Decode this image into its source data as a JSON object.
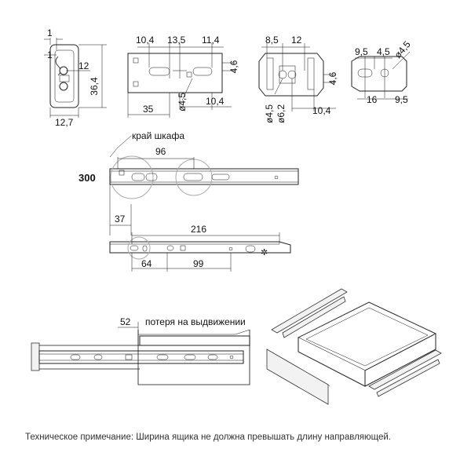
{
  "labels": {
    "cabinet_edge": "край шкафа",
    "extension_loss": "потеря на выдвижении",
    "note": "Техническое примечание: Ширина ящика не должна превышать длину направляющей."
  },
  "dims": {
    "d_1": "1",
    "d_12_profile": "12",
    "d_36_4": "36,4",
    "d_12_7": "12,7",
    "d_10_4_top": "10,4",
    "d_13_5": "13,5",
    "d_11_4": "11,4",
    "d_4_6_a": "4,6",
    "d_35": "35",
    "d_phi4_5_a": "ø4,5",
    "d_10_4_a": "10,4",
    "d_8_5": "8,5",
    "d_12_b": "12",
    "d_4_6_b": "4,6",
    "d_phi4_5_b": "ø4,5",
    "d_phi6_2": "ø6,2",
    "d_10_4_b": "10,4",
    "d_9_5_a": "9,5",
    "d_4_5": "4,5",
    "d_phi4_5_c": "ø4,5",
    "d_16": "16",
    "d_9_5_b": "9,5",
    "d_300": "300",
    "d_96": "96",
    "d_37": "37",
    "d_216": "216",
    "d_64": "64",
    "d_99": "99",
    "d_52": "52"
  }
}
